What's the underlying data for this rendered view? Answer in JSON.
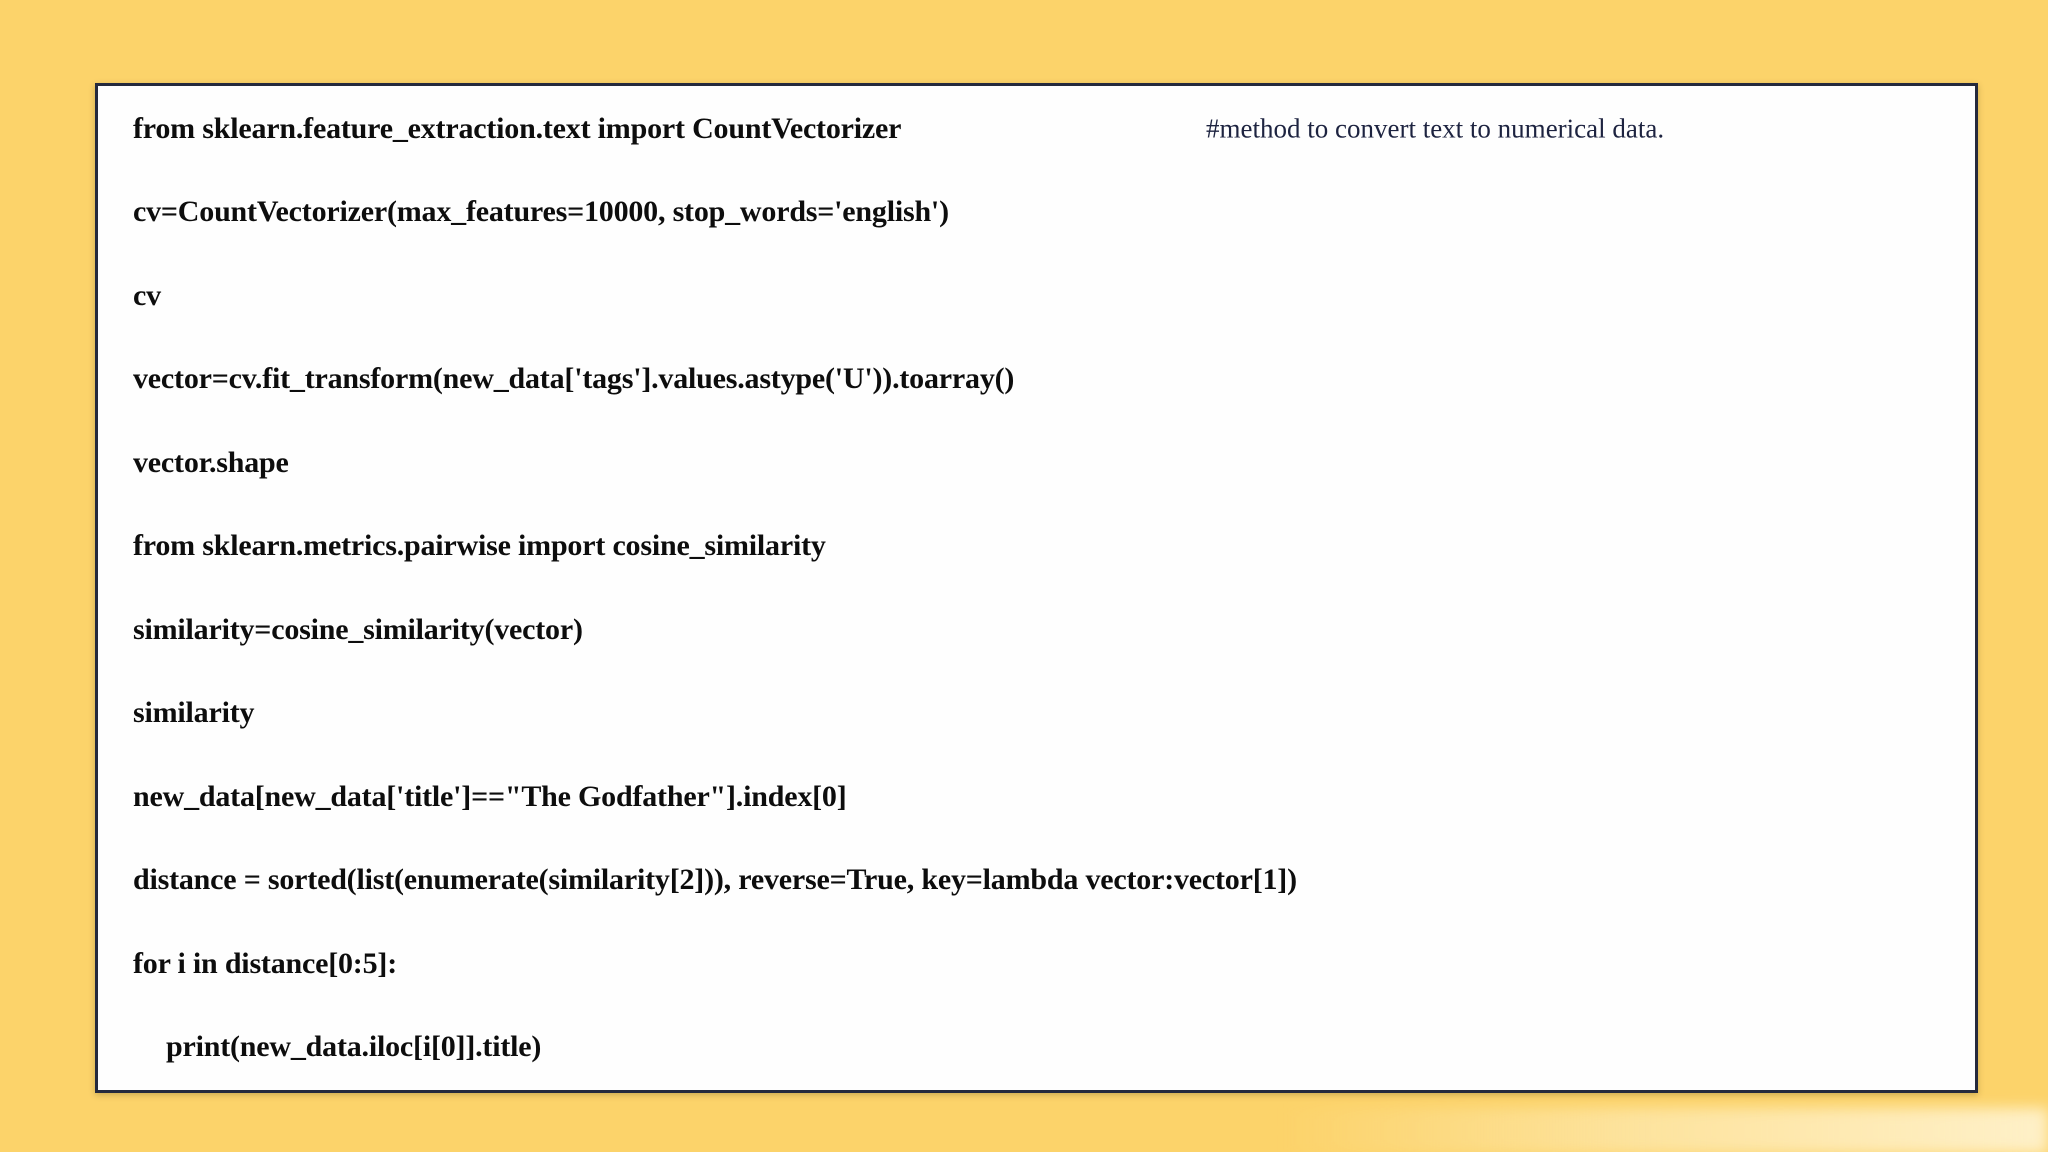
{
  "colors": {
    "background": "#fcd36a",
    "panel_bg": "#fefefe",
    "panel_border": "#252a3d",
    "code_text": "#0d0d0d",
    "comment_text": "#1d2340"
  },
  "code_panel": {
    "language": "python",
    "lines": [
      {
        "code": "from sklearn.feature_extraction.text import CountVectorizer",
        "comment": "#method to convert text to numerical data.",
        "indent": 0
      },
      {
        "code": "cv=CountVectorizer(max_features=10000, stop_words='english')",
        "indent": 0
      },
      {
        "code": "cv",
        "indent": 0
      },
      {
        "code": "vector=cv.fit_transform(new_data['tags'].values.astype('U')).toarray()",
        "indent": 0
      },
      {
        "code": "vector.shape",
        "indent": 0
      },
      {
        "code": "from sklearn.metrics.pairwise import cosine_similarity",
        "indent": 0
      },
      {
        "code": "similarity=cosine_similarity(vector)",
        "indent": 0
      },
      {
        "code": "similarity",
        "indent": 0
      },
      {
        "code": "new_data[new_data['title']==\"The Godfather\"].index[0]",
        "indent": 0
      },
      {
        "code": "distance = sorted(list(enumerate(similarity[2])), reverse=True, key=lambda vector:vector[1])",
        "indent": 0
      },
      {
        "code": "for i in distance[0:5]:",
        "indent": 0
      },
      {
        "code": "print(new_data.iloc[i[0]].title)",
        "indent": 1
      }
    ]
  }
}
